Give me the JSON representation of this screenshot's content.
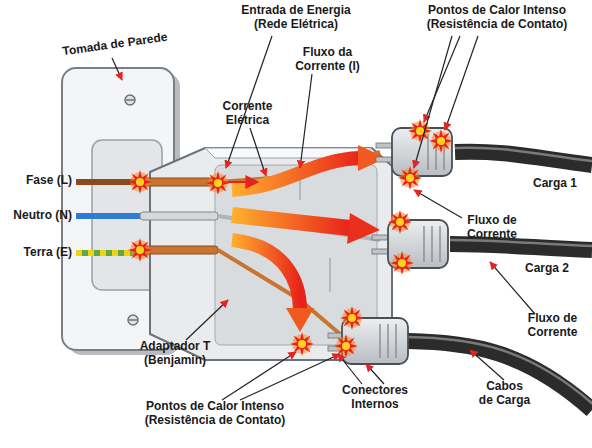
{
  "diagram": {
    "labels": [
      "Tomada de Parede",
      "Entrada de Energia (Rede Elétrica)",
      "Pontos de Calor Intenso (Resistência de Contato)",
      "Fluxo da Corrente (I)",
      "Corrente Elétrica",
      "Fase (L)",
      "Neutro (N)",
      "Terra (E)",
      "Carga 1",
      "Fluxo de Corrente",
      "Carga 2",
      "Fluxo de Corrente",
      "Cabos de Carga",
      "Conectores Internos",
      "Pontos de Calor Intenso (Resistência de Contato)",
      "Adaptador T (Benjamin)"
    ]
  }
}
